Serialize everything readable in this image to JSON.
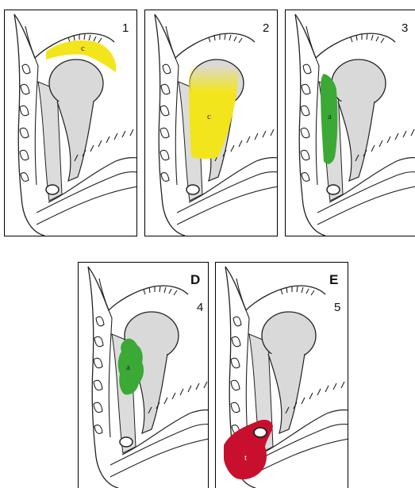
{
  "panels": [
    {
      "number": "1",
      "letter": "",
      "region_label": "c",
      "region_color": "#f3e51b"
    },
    {
      "number": "2",
      "letter": "",
      "region_label": "c",
      "region_color": "#f3e51b"
    },
    {
      "number": "3",
      "letter": "",
      "region_label": "a",
      "region_color": "#3aa935"
    },
    {
      "number": "4",
      "letter": "D",
      "region_label": "a",
      "region_color": "#3aa935"
    },
    {
      "number": "5",
      "letter": "E",
      "region_label": "t",
      "region_color": "#c8102e"
    }
  ]
}
